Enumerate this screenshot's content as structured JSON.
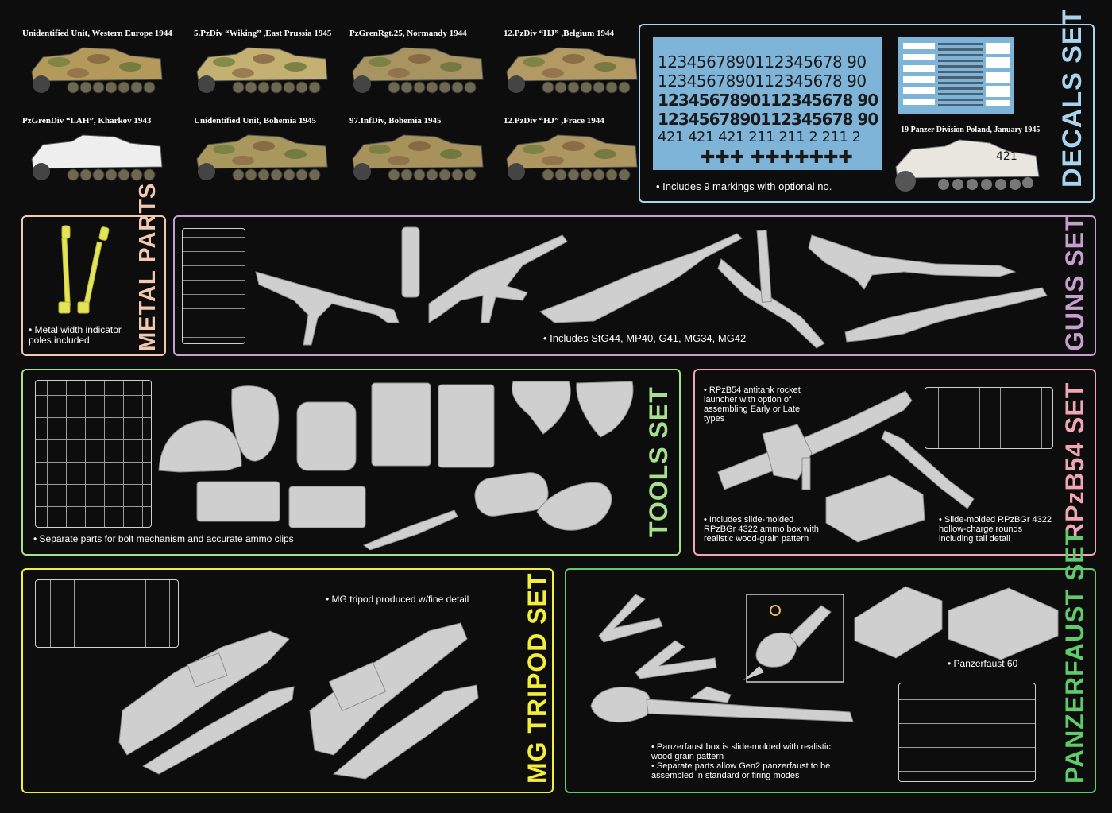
{
  "vehicles": [
    {
      "caption": "Unidentified Unit,  Western Europe 1944",
      "color": "#b49a5a"
    },
    {
      "caption": "5.PzDiv “Wiking” ,East Prussia 1945",
      "color": "#c4b070"
    },
    {
      "caption": "PzGrenRgt.25, Normandy 1944",
      "color": "#a89460"
    },
    {
      "caption": "12.PzDiv “HJ” ,Belgium 1944",
      "color": "#b29a62"
    },
    {
      "caption": "PzGrenDiv “LAH”, Kharkov 1943",
      "color": "#eeeeee"
    },
    {
      "caption": "Unidentified Unit,  Bohemia 1945",
      "color": "#a8985e"
    },
    {
      "caption": "97.InfDiv, Bohemia 1945",
      "color": "#a6925a"
    },
    {
      "caption": "12.PzDiv “HJ” ,Frace 1944",
      "color": "#ae9660"
    }
  ],
  "decals": {
    "label": "DECALS SET",
    "note": "• Includes 9 markings with optional no.",
    "poland_caption": "19 Panzer Division Poland, January 1945",
    "row1": "1234567890112345678 90",
    "row2": "1234567890112345678 90",
    "row3": "1234567890112345678 90",
    "row4": "1234567890112345678 90",
    "row5": "421 421 421 211 211 2 211 2",
    "vehicle_number": "421"
  },
  "metal": {
    "label": "METAL PARTS",
    "note": "• Metal width indicator poles included"
  },
  "guns": {
    "label": "GUNS SET",
    "note": "• Includes StG44, MP40, G41, MG34, MG42"
  },
  "tools": {
    "label": "TOOLS SET",
    "note": "• Separate parts for bolt mechanism and accurate ammo clips"
  },
  "rpzb": {
    "label": "RPzB54 SET",
    "note1": "• RPzB54 antitank rocket launcher with option of assembling Early or Late types",
    "note2": "• Includes slide-molded RPzBGr 4322 ammo box with realistic wood-grain pattern",
    "note3": "• Slide-molded RPzBGr 4322 hollow-charge rounds including tail detail"
  },
  "tripod": {
    "label": "MG TRIPOD SET",
    "note": "• MG tripod produced w/fine detail"
  },
  "panzerfaust": {
    "label": "PANZERFAUST SET",
    "note1": "• Panzerfaust 60",
    "note2": "• Panzerfaust box is slide-molded with realistic wood grain pattern",
    "note3": "• Separate parts allow Gen2 panzerfaust to be assembled in standard or firing modes"
  },
  "colors": {
    "decals": "#a9d4ef",
    "metal": "#f2c8b0",
    "guns": "#c79fcf",
    "tools": "#a6e08c",
    "rpzb": "#f0a6b6",
    "tripod": "#f3ee3a",
    "panzerfaust": "#5fcb6a",
    "parts": "#cfcfcf"
  }
}
